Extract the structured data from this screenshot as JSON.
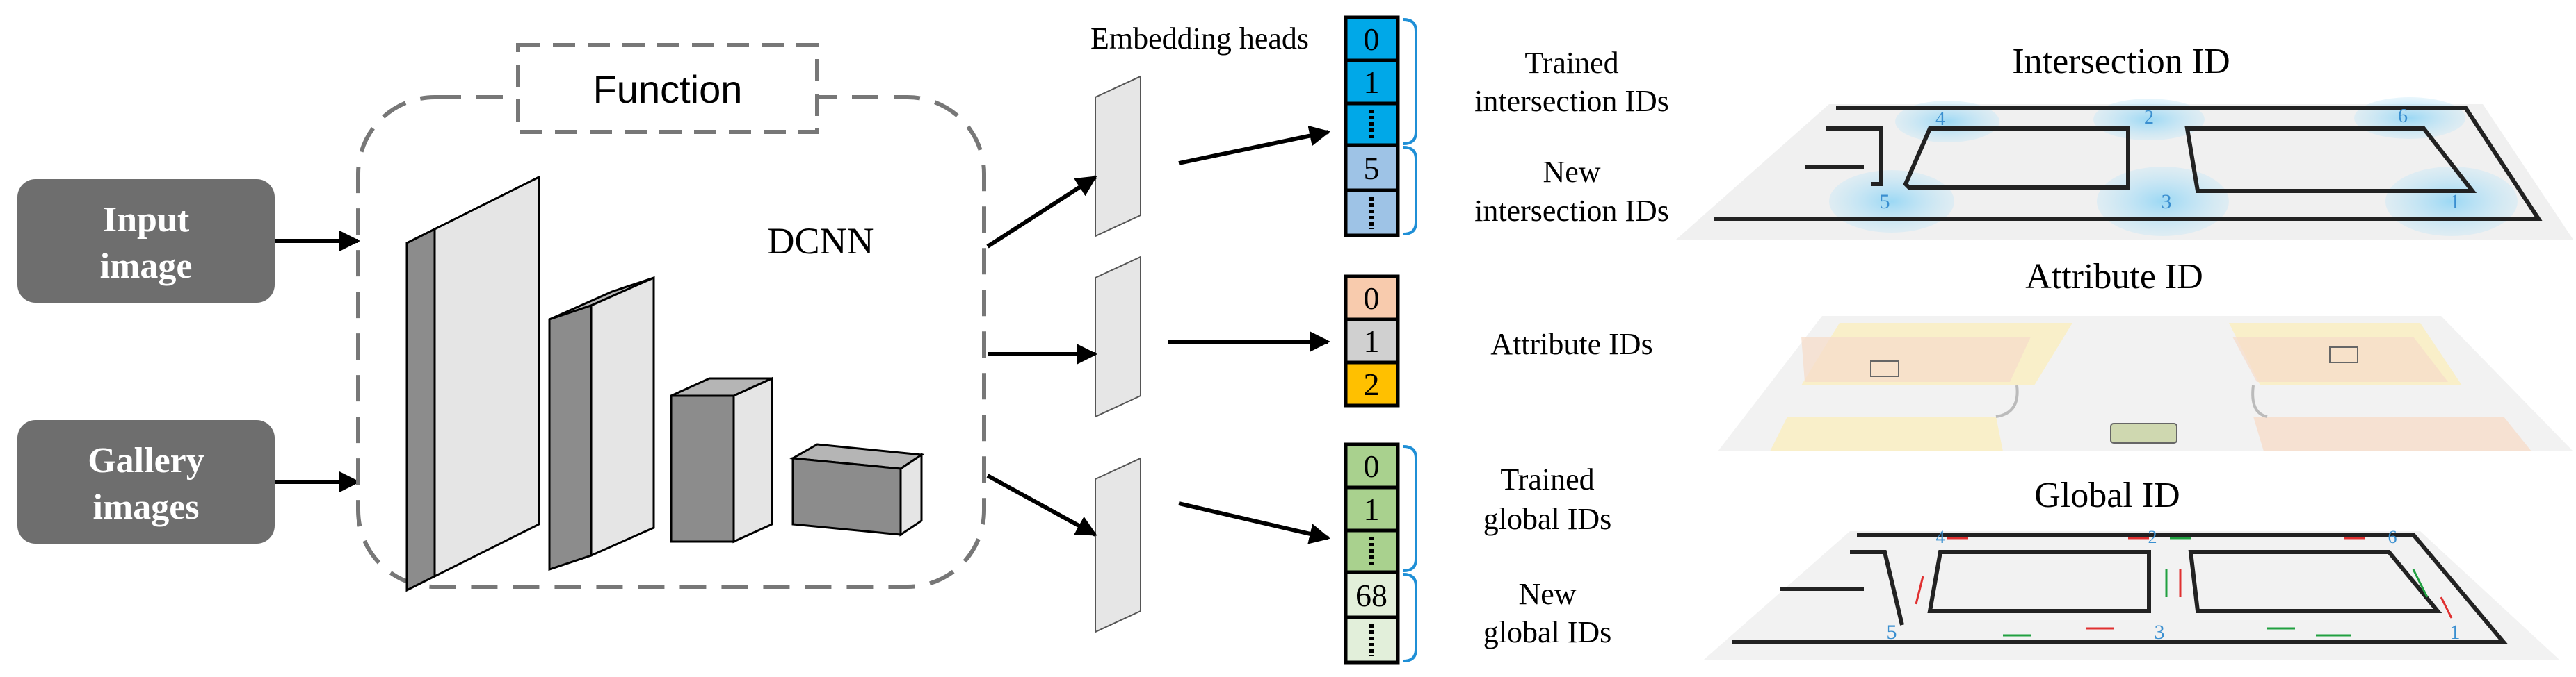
{
  "inputs": {
    "input_image_line1": "Input",
    "input_image_line2": "image",
    "gallery_line1": "Gallery",
    "gallery_line2": "images"
  },
  "function_label": "Function",
  "dcnn_label": "DCNN",
  "embedding_heads_label": "Embedding heads",
  "intersection_ids": {
    "cells": [
      "0",
      "1",
      "5"
    ],
    "trained_line1": "Trained",
    "trained_line2": "intersection IDs",
    "new_line1": "New",
    "new_line2": "intersection IDs"
  },
  "attribute_ids": {
    "cells": [
      "0",
      "1",
      "2"
    ],
    "label": "Attribute IDs"
  },
  "global_ids": {
    "cells": [
      "0",
      "1",
      "68"
    ],
    "trained_line1": "Trained",
    "trained_line2": "global IDs",
    "new_line1": "New",
    "new_line2": "global IDs"
  },
  "maps": {
    "intersection_title": "Intersection ID",
    "attribute_title": "Attribute ID",
    "global_title": "Global ID",
    "intersection_numbers": [
      "4",
      "2",
      "6",
      "5",
      "3",
      "1"
    ],
    "global_numbers": [
      "4",
      "2",
      "6",
      "5",
      "3",
      "1"
    ]
  },
  "colors": {
    "trained_intersection": "#00a8e8",
    "new_intersection": "#9ec3e6",
    "attr_0": "#f8cbad",
    "attr_1": "#d0d0d0",
    "attr_2": "#ffc000",
    "trained_global": "#a9d18e",
    "new_global": "#e2efda",
    "input_box": "#6e6e6e"
  }
}
